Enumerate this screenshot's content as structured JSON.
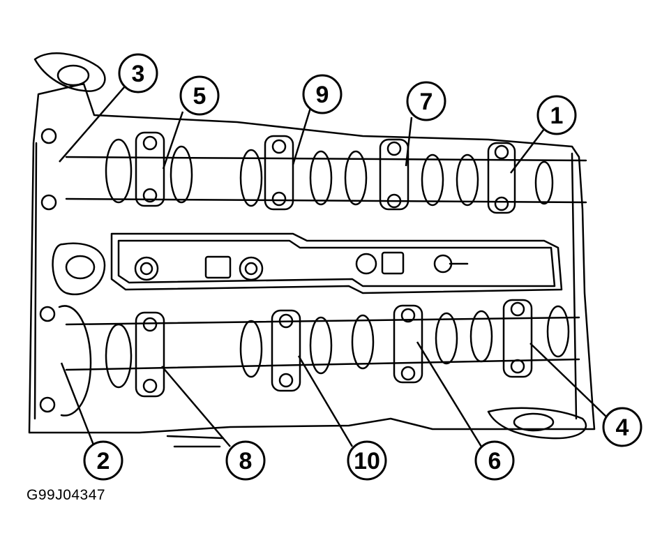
{
  "figure_id": "G99J04347",
  "callouts": [
    {
      "label": "1"
    },
    {
      "label": "2"
    },
    {
      "label": "3"
    },
    {
      "label": "4"
    },
    {
      "label": "5"
    },
    {
      "label": "6"
    },
    {
      "label": "7"
    },
    {
      "label": "8"
    },
    {
      "label": "9"
    },
    {
      "label": "10"
    }
  ],
  "colors": {
    "line": "#000000",
    "background": "#ffffff"
  }
}
